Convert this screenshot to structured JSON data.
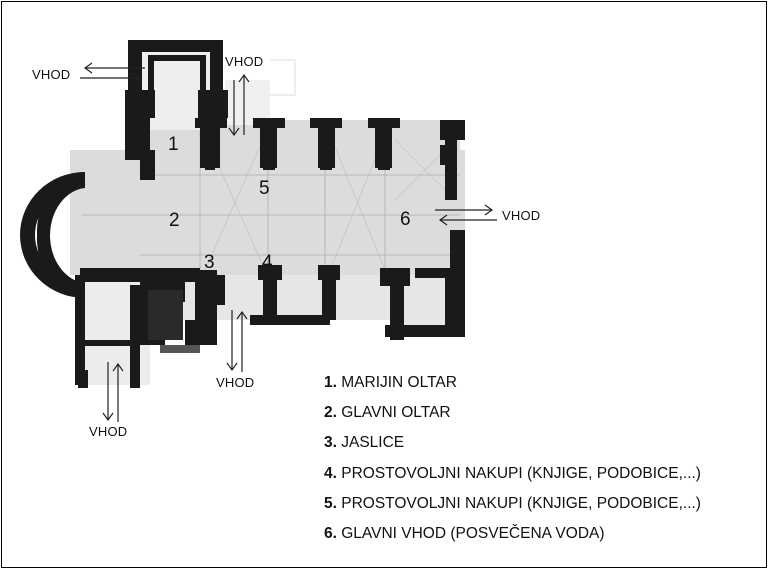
{
  "entrance_label": "VHOD",
  "numbers": [
    "1",
    "2",
    "3",
    "4",
    "5",
    "6"
  ],
  "legend": [
    {
      "num": "1.",
      "text": " MARIJIN OLTAR"
    },
    {
      "num": "2.",
      "text": " GLAVNI OLTAR"
    },
    {
      "num": "3.",
      "text": " JASLICE"
    },
    {
      "num": "4.",
      "text": " PROSTOVOLJNI NAKUPI (KNJIGE, PODOBICE,...)"
    },
    {
      "num": "5.",
      "text": " PROSTOVOLJNI NAKUPI (KNJIGE, PODOBICE,...)"
    },
    {
      "num": "6.",
      "text": " GLAVNI VHOD (POSVEČENA VODA)"
    }
  ],
  "colors": {
    "wall": "#1a1a1a",
    "floor": "#dcdcdc",
    "paper": "#f7f7f7"
  }
}
